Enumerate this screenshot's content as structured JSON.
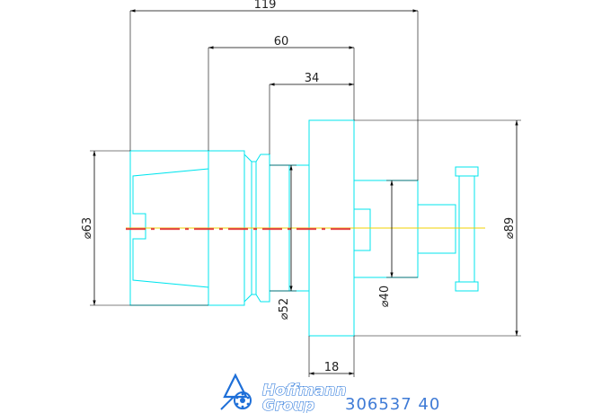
{
  "drawing": {
    "dimensions": {
      "length_total": "119",
      "length_mid": "60",
      "length_short": "34",
      "flange_width": "18",
      "dia_63": "⌀63",
      "dia_52": "⌀52",
      "dia_40": "⌀40",
      "dia_89": "⌀89"
    },
    "colors": {
      "outline": "#00e5ee",
      "centerline_red": "#e03030",
      "centerline_yellow": "#f0d000",
      "dimension": "#000000",
      "brand": "#1e6fd8"
    }
  },
  "footer": {
    "brand_line1": "Hoffmann",
    "brand_line2": "Group",
    "logo_icon": "hoffmann-logo-icon",
    "part_number": "306537 40"
  }
}
